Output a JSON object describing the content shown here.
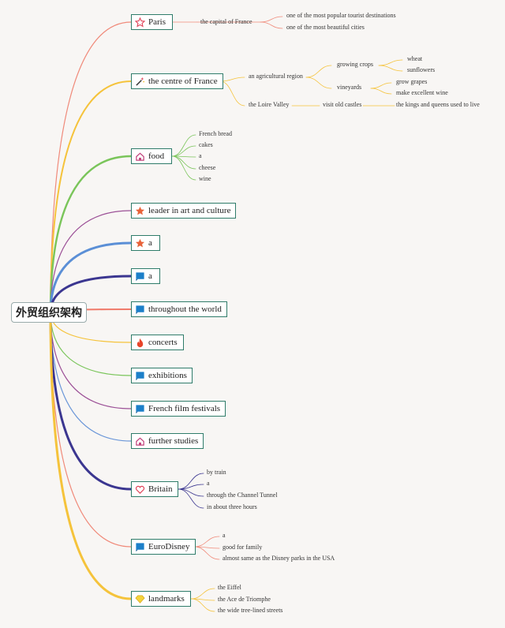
{
  "root": {
    "label": "外贸组织架构"
  },
  "topics": [
    {
      "label": "Paris",
      "icon": "star-outline-icon"
    },
    {
      "label": "the centre of France",
      "icon": "magic-wand-icon"
    },
    {
      "label": "food",
      "icon": "home-icon"
    },
    {
      "label": "leader in art and culture",
      "icon": "star-filled-icon"
    },
    {
      "label": "a",
      "icon": "star-filled-icon"
    },
    {
      "label": "a",
      "icon": "flag-icon"
    },
    {
      "label": "throughout the world",
      "icon": "flag-icon"
    },
    {
      "label": "concerts",
      "icon": "fire-icon"
    },
    {
      "label": "exhibitions",
      "icon": "flag-icon"
    },
    {
      "label": "French film festivals",
      "icon": "flag-icon"
    },
    {
      "label": "further studies",
      "icon": "home-icon"
    },
    {
      "label": "Britain",
      "icon": "heart-icon"
    },
    {
      "label": "EuroDisney",
      "icon": "flag-icon"
    },
    {
      "label": "landmarks",
      "icon": "diamond-icon"
    }
  ],
  "leaves": [
    "the capital of France",
    "one of the most popular tourist destinations",
    "one of the most beautiful cities",
    "an agricultural region",
    "growing crops",
    "wheat",
    "sunflowers",
    "vineyards",
    "grow grapes",
    "make excellent wine",
    "the Loire Valley",
    "visit old castles",
    "the kings and queens used to live",
    "French bread",
    "cakes",
    "a",
    "cheese",
    "wine",
    "by train",
    "a",
    "through the Channel Tunnel",
    "in about three hours",
    "a",
    "good for family",
    "almost same as the Disney parks in the USA",
    "the Eiffel",
    "the Ace de Triomphe",
    "the wide tree-lined streets"
  ],
  "colors": {
    "paris": "#f08a7a",
    "centre": "#f5c33b",
    "food": "#7ac55a",
    "leader": "#9b4f96",
    "a1": "#5b8fd6",
    "a2": "#3b3690",
    "world": "#f07a6a",
    "concerts": "#f5c33b",
    "exhibitions": "#7ac55a",
    "festivals": "#9b4f96",
    "studies": "#6a96d8",
    "britain": "#3b3690",
    "eurodisney": "#f08a7a",
    "landmarks": "#f5c33b"
  }
}
